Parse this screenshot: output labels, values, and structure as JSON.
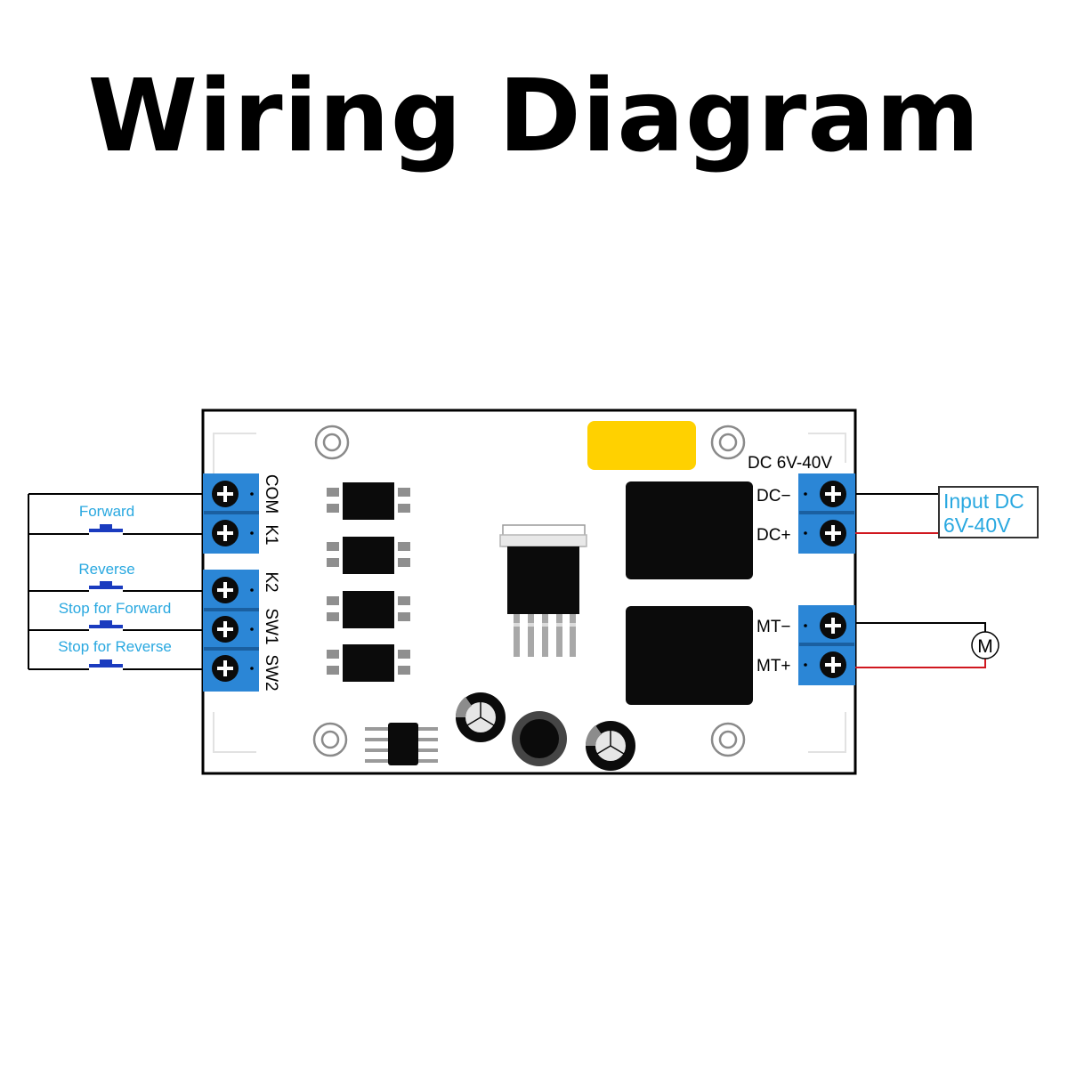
{
  "title": "Wiring Diagram",
  "switches": {
    "forward": "Forward",
    "reverse": "Reverse",
    "stop_forward": "Stop for Forward",
    "stop_reverse": "Stop for Reverse"
  },
  "pins_left": {
    "com": "COM",
    "k1": "K1",
    "k2": "K2",
    "sw1": "SW1",
    "sw2": "SW2"
  },
  "pins_right": {
    "dc_range": "DC 6V-40V",
    "dc_minus": "DC−",
    "dc_plus": "DC+",
    "mt_minus": "MT−",
    "mt_plus": "MT+"
  },
  "input_box": {
    "line1": "Input DC",
    "line2": "6V-40V"
  },
  "motor_symbol": "M",
  "colors": {
    "terminal_blue": "#2b86d6",
    "label_blue": "#29a8e0",
    "button_blue": "#1a3bbf",
    "positive_wire": "#d0181f",
    "relay_black": "#0b0b0b",
    "yellow_component": "#ffd100"
  }
}
